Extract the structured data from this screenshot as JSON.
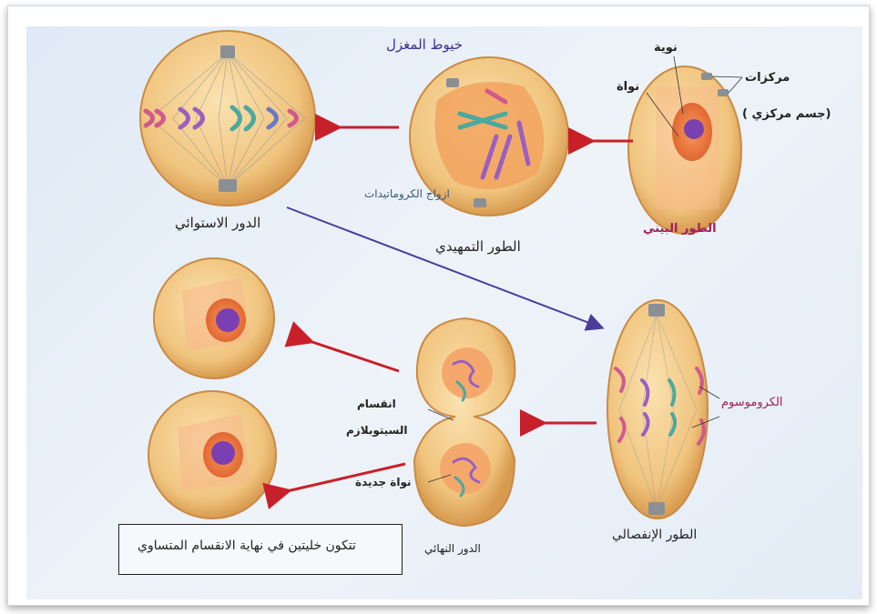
{
  "labels": {
    "spindle_fibers": "خيوط المغزل",
    "nucleolus": "نوية",
    "nucleus": "نواة",
    "centrioles": "مركزات",
    "centrosome": "(جسم مركزي )",
    "chromatid_pairs": "ازواج الكروماتيدات",
    "chromosome": "الكروموسوم",
    "cytoplasm_division_1": "انقسام",
    "cytoplasm_division_2": "السيتوبلازم",
    "new_nucleus": "نواة جديدة"
  },
  "stages": {
    "metaphase": "الدور الاستوائي",
    "prophase": "الطور التمهيدي",
    "interphase": "الطور البيني",
    "anaphase": "الطور الإنفصالي",
    "telophase": "الدور النهائي"
  },
  "caption": "تتكون خليتين في نهاية الانقسام المتساوي",
  "colors": {
    "arrow_red": "#c8202a",
    "arrow_purple": "#4a3e9a",
    "cell_fill": "#f2cf8e",
    "cytoplasm": "#f0a34a",
    "nucleus_fill": "#e8693a",
    "chromatin": "#7a3fb0",
    "panel_bg": "#e6eef7"
  }
}
